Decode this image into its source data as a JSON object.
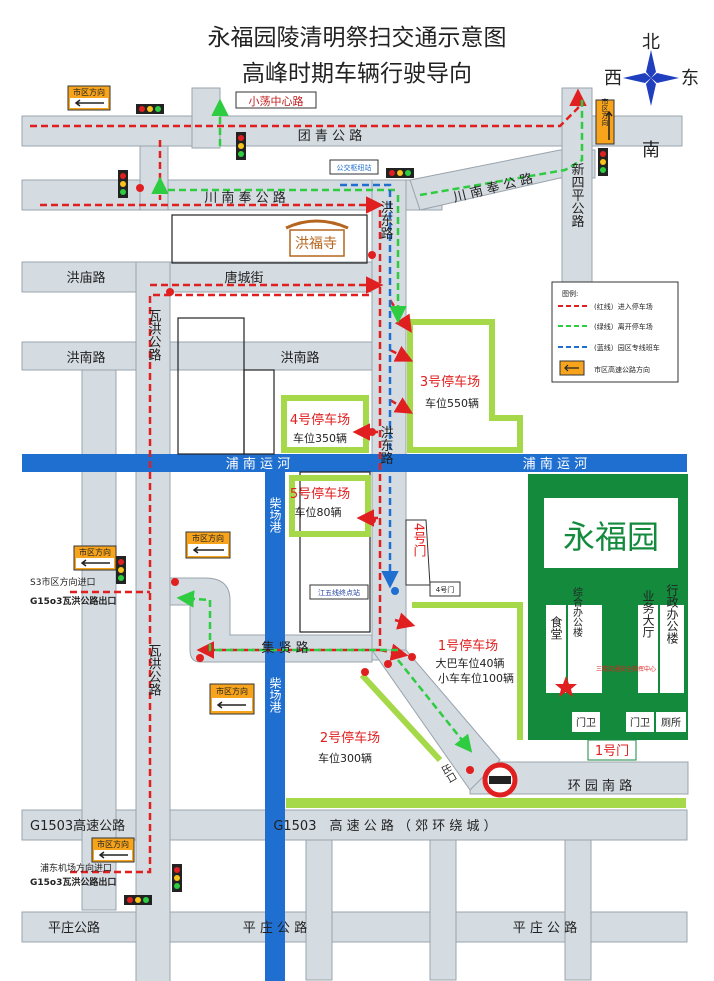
{
  "title": {
    "line1": "永福园陵清明祭扫交通示意图",
    "line2": "高峰时期车辆行驶导向"
  },
  "compass": {
    "north": "北",
    "south": "南",
    "east": "东",
    "west": "西"
  },
  "roads": {
    "xiaodang": "小荡中心路",
    "tuanqing": "团 青 公 路",
    "chuannanfeng_w": "川 南 奉 公 路",
    "chuannanfeng_e": "川 南 奉 公 路",
    "xinsiping": "新四平公路",
    "honghong": "洪东路",
    "hongdong_s": "洪东路",
    "hongmiao": "洪庙路",
    "tangcheng": "唐城街",
    "hongnan_w": "洪南路",
    "hongnan_m": "洪南路",
    "wahong_n": "瓦洪公路",
    "wahong_s": "瓦洪公路",
    "punan_w": "浦 南 运 河",
    "punan_e": "浦 南 运 河",
    "chaichang_n": "柴场港",
    "chaichang_s": "柴场港",
    "jixian": "集 贤 路",
    "huanyuan": "环 园 南 路",
    "g1503_w": "G1503高速公路",
    "g1503_m": "G1503　高 速 公 路 （ 郊 环 绕 城 ）",
    "pingzhuang_1": "平庄公路",
    "pingzhuang_2": "平 庄 公 路",
    "pingzhuang_3": "平 庄 公 路"
  },
  "landmarks": {
    "temple": "洪福寺",
    "bus_hub": "公交枢纽站",
    "cemetery": "永福园",
    "canteen": "食堂",
    "admin_building": "综合办公楼",
    "business_hall": "业务大厅",
    "admin_office": "行政办公楼",
    "command_center": "三楼交通安全指挥中心",
    "guard_1": "门卫",
    "guard_2": "门卫",
    "toilet": "厕所",
    "gate_1": "1号门",
    "gate_4": "4号门",
    "gate_4_small": "4号门",
    "exit": "出口",
    "jiangwu": "江五线终点站"
  },
  "ramps": {
    "s3_entry": "S3市区方向进口",
    "g1503_exit_n": "G15o3瓦洪公路出口",
    "pudong_entry": "浦东机场方向进口",
    "g1503_exit_s": "G15o3瓦洪公路出口"
  },
  "signs": {
    "city_dir": "市区方向"
  },
  "parking": [
    {
      "name": "1号停车场",
      "cap1": "大巴车位40辆",
      "cap2": "小车车位100辆"
    },
    {
      "name": "2号停车场",
      "cap1": "车位300辆",
      "cap2": ""
    },
    {
      "name": "3号停车场",
      "cap1": "车位550辆",
      "cap2": ""
    },
    {
      "name": "4号停车场",
      "cap1": "车位350辆",
      "cap2": ""
    },
    {
      "name": "5号停车场",
      "cap1": "车位80辆",
      "cap2": ""
    }
  ],
  "legend": {
    "title": "图例:",
    "red": "(红线）进入停车场",
    "green": "(绿线）离开停车场",
    "blue": "(蓝线）园区专线班车",
    "sign": "市区高速公路方向"
  },
  "colors": {
    "road": "#d4dbe1",
    "river": "#1f6fd1",
    "cemetery": "#138a3c",
    "parking_border": "#a6d94a",
    "route_in": "#e02020",
    "route_out": "#2ecc40",
    "route_bus": "#1f6fd1",
    "sign_bg": "#f7a41c"
  }
}
